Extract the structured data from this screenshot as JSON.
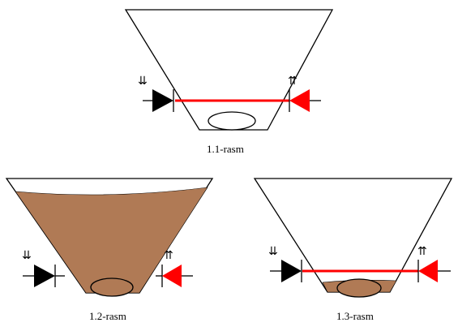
{
  "figures": [
    {
      "caption": "1.1-rasm",
      "state": "empty"
    },
    {
      "caption": "1.2-rasm",
      "state": "full"
    },
    {
      "caption": "1.3-rasm",
      "state": "low-level"
    }
  ],
  "sensor_labels": {
    "emitter_arrows": "⇊",
    "receiver_arrows": "⇈"
  },
  "colors": {
    "outline": "#000000",
    "beam": "#ff0000",
    "emitter": "#000000",
    "receiver": "#ff0000",
    "material": "#b07a55",
    "background": "#ffffff"
  }
}
